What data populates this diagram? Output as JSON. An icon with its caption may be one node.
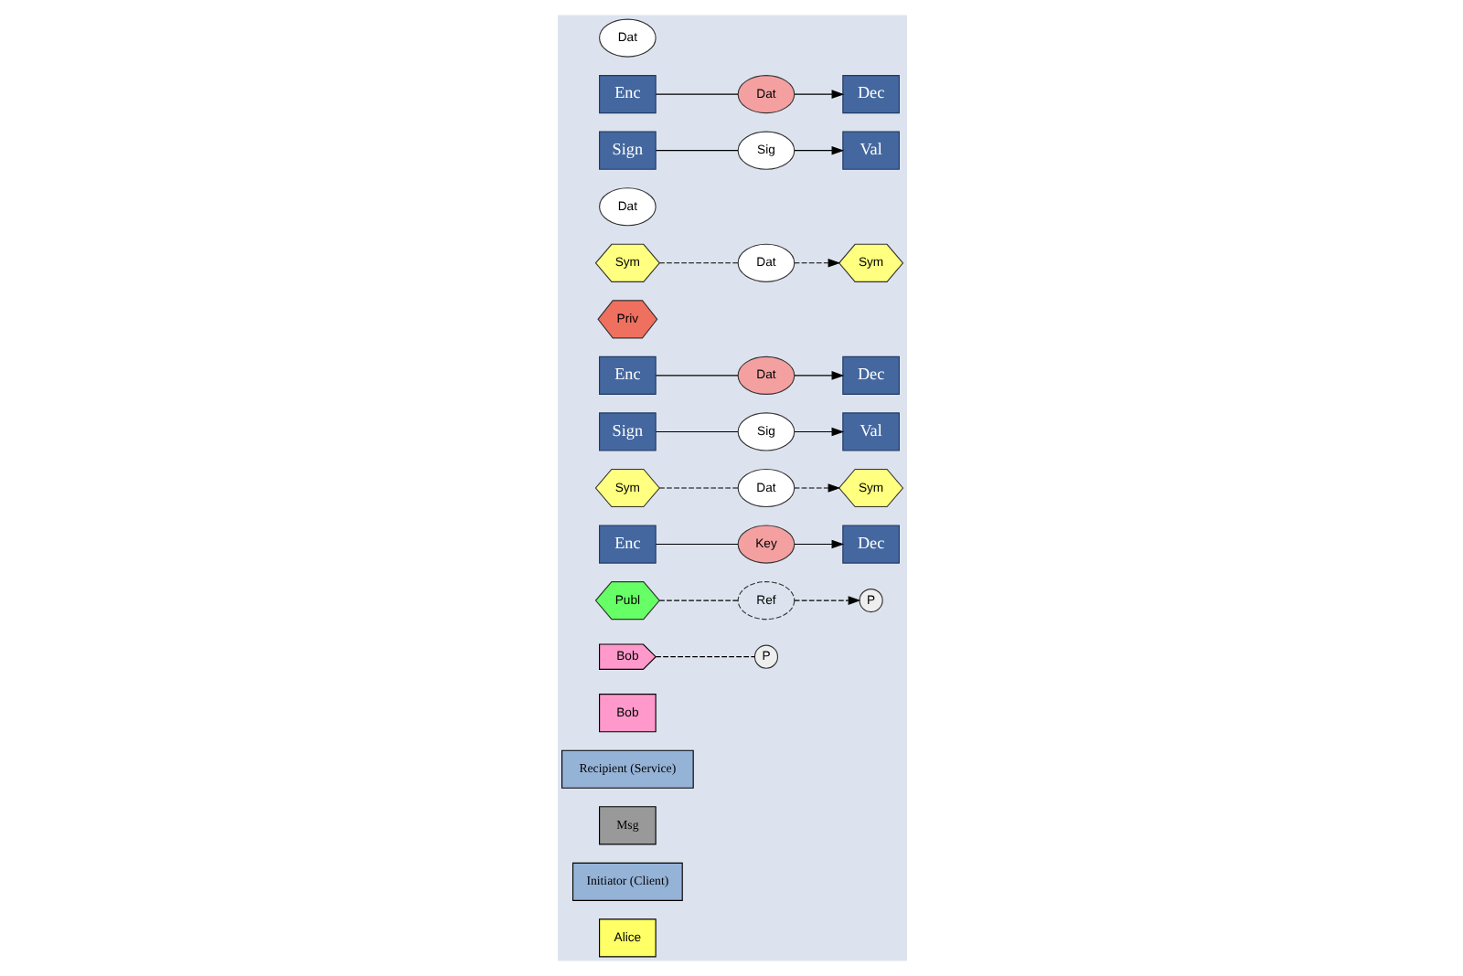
{
  "diagram": {
    "nodes": [
      {
        "text": [
          "Alice"
        ]
      },
      {
        "text": [
          "Initiator (Client)"
        ]
      },
      {
        "text": [
          "Msg"
        ]
      },
      {
        "text": [
          "Recipient (Service)"
        ]
      },
      {
        "text": [
          "Bob"
        ]
      },
      {
        "text": [
          "Bob"
        ]
      },
      {
        "text": [
          "P"
        ]
      },
      {
        "text": [
          "Publ"
        ]
      },
      {
        "text": [
          "Enc"
        ]
      },
      {
        "text": [
          "Sym"
        ]
      },
      {
        "text": [
          "Dat"
        ]
      },
      {
        "text": [
          "Sign"
        ]
      },
      {
        "text": [
          "Enc"
        ]
      },
      {
        "text": [
          "Ref"
        ]
      },
      {
        "text": [
          "Key"
        ]
      },
      {
        "text": [
          "Dat"
        ]
      },
      {
        "text": [
          "Sig"
        ]
      },
      {
        "text": [
          "Priv"
        ]
      },
      {
        "text": [
          "P"
        ]
      },
      {
        "text": [
          "Dec"
        ]
      },
      {
        "text": [
          "Sym"
        ]
      },
      {
        "text": [
          "Dec"
        ]
      },
      {
        "text": [
          "Val"
        ]
      },
      {
        "text": [
          "Dat"
        ]
      },
      {
        "text": [
          "Sym"
        ]
      },
      {
        "text": [
          "Dat"
        ]
      },
      {
        "text": [
          "Val"
        ]
      },
      {
        "text": [
          "Dec"
        ]
      },
      {
        "text": [
          "Dat"
        ]
      },
      {
        "text": [
          "Sig"
        ]
      },
      {
        "text": [
          "Sym"
        ]
      },
      {
        "text": [
          "Dat"
        ]
      },
      {
        "text": [
          "Enc"
        ]
      },
      {
        "text": [
          "Sign"
        ]
      }
    ],
    "edges": [
      {
        "from": 5,
        "to": 6,
        "arrow": "none",
        "style": "dashed"
      },
      {
        "from": 7,
        "to": 13,
        "arrow": "none",
        "style": "dashed"
      },
      {
        "from": 13,
        "to": 18,
        "arrow": "to",
        "style": "dashed"
      },
      {
        "from": 8,
        "to": 14,
        "arrow": "none"
      },
      {
        "from": 14,
        "to": 19,
        "arrow": "to"
      },
      {
        "from": 12,
        "to": 15,
        "arrow": "none"
      },
      {
        "from": 15,
        "to": 21,
        "arrow": "to"
      },
      {
        "from": 11,
        "to": 16,
        "arrow": "none"
      },
      {
        "from": 16,
        "to": 22,
        "arrow": "to"
      },
      {
        "from": 9,
        "to": 10,
        "arrow": "none",
        "style": "dashed"
      },
      {
        "from": 10,
        "to": 24,
        "arrow": "to",
        "style": "dashed"
      },
      {
        "from": 20,
        "to": 23,
        "arrow": "none",
        "style": "dashed"
      },
      {
        "from": 23,
        "to": 30,
        "arrow": "to",
        "style": "dashed"
      },
      {
        "from": 32,
        "to": 28,
        "arrow": "none"
      },
      {
        "from": 28,
        "to": 27,
        "arrow": "to"
      },
      {
        "from": 33,
        "to": 29,
        "arrow": "none"
      },
      {
        "from": 29,
        "to": 26,
        "arrow": "to"
      }
    ]
  }
}
